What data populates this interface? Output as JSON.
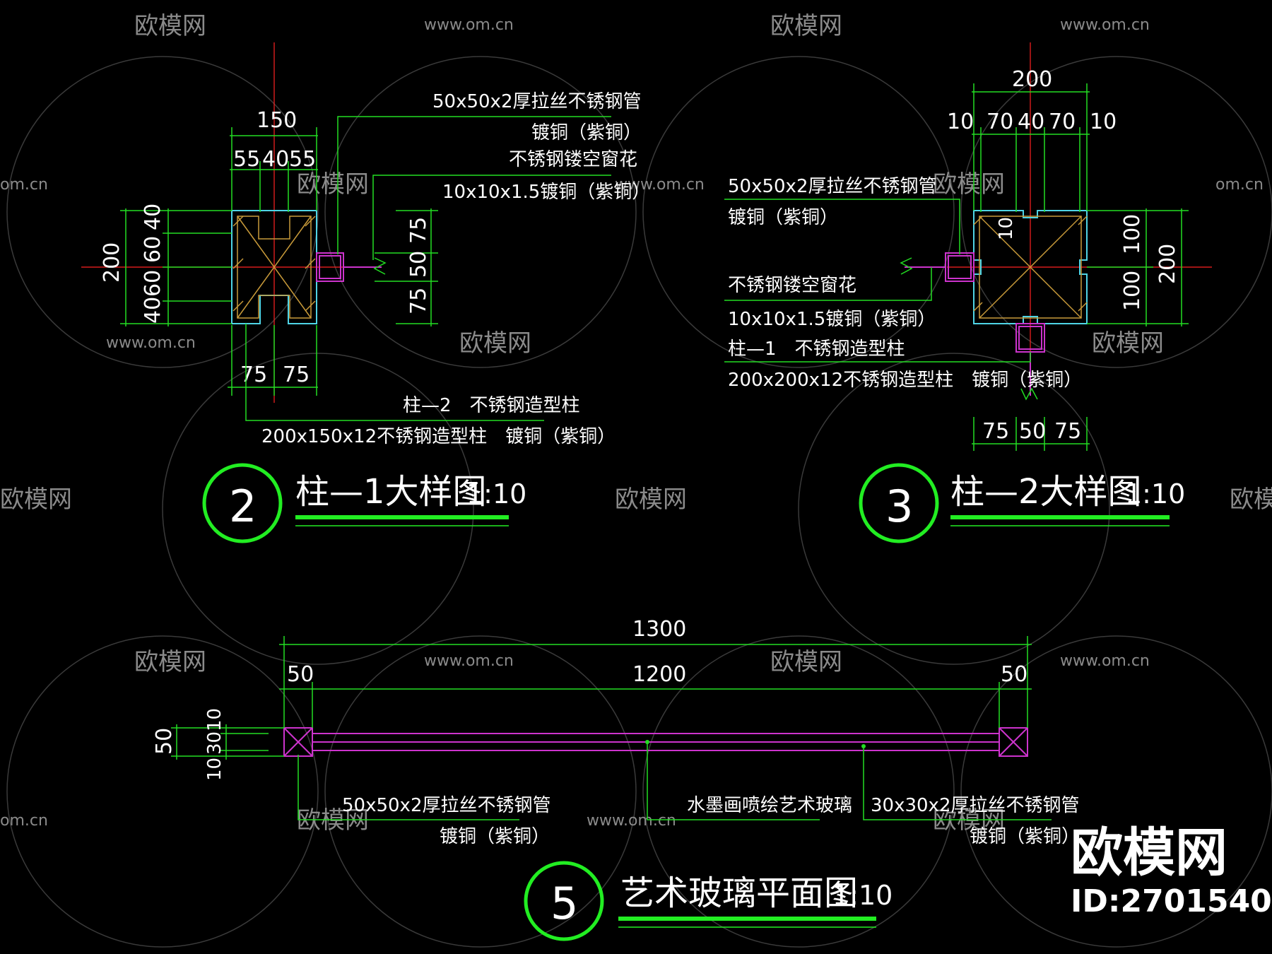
{
  "watermark": {
    "logo_text": "欧模网",
    "url_text": "www.om.cn",
    "url_short": "om.cn"
  },
  "detail2": {
    "number": "2",
    "title": "柱—1大样图",
    "scale": "1:10",
    "dims_top": {
      "total": "150",
      "a": "55",
      "b": "40",
      "c": "55"
    },
    "dims_left": {
      "total": "200",
      "a": "40",
      "b": "60",
      "c": "60",
      "d": "40"
    },
    "dims_right": {
      "a": "75",
      "b": "50",
      "c": "75"
    },
    "dims_bottom": {
      "a": "75",
      "b": "75"
    },
    "note1_line1": "50x50x2厚拉丝不锈钢管",
    "note1_line2": "镀铜（紫铜）",
    "note2_line1": "不锈钢镂空窗花",
    "note2_line2": "10x10x1.5镀铜（紫铜）",
    "note3_line1": "柱—2　不锈钢造型柱",
    "note3_line2": "200x150x12不锈钢造型柱　镀铜（紫铜）"
  },
  "detail3": {
    "number": "3",
    "title": "柱—2大样图",
    "scale": "1:10",
    "dims_top": {
      "total": "200",
      "a": "10",
      "b": "70",
      "c": "40",
      "d": "70",
      "e": "10"
    },
    "dims_right": {
      "a": "100",
      "b": "100",
      "total": "200"
    },
    "dims_bottom": {
      "a": "75",
      "b": "50",
      "c": "75"
    },
    "inner_dim": "10",
    "note1_line1": "50x50x2厚拉丝不锈钢管",
    "note1_line2": "镀铜（紫铜）",
    "note2_line1": "不锈钢镂空窗花",
    "note2_line2": "10x10x1.5镀铜（紫铜）",
    "note3_line1": "柱—1　不锈钢造型柱",
    "note3_line2": "200x200x12不锈钢造型柱　镀铜（紫铜）"
  },
  "detail5": {
    "number": "5",
    "title": "艺术玻璃平面图",
    "scale": "1:10",
    "dims_top": {
      "total": "1300",
      "left": "50",
      "mid": "1200",
      "right": "50"
    },
    "dims_left": {
      "total": "50",
      "a": "10",
      "b": "30",
      "c": "10"
    },
    "note1_line1": "50x50x2厚拉丝不锈钢管",
    "note1_line2": "镀铜（紫铜）",
    "note2": "水墨画喷绘艺术玻璃",
    "note3_line1": "30x30x2厚拉丝不锈钢管",
    "note3_line2": "镀铜（紫铜）"
  },
  "branding": {
    "logo": "欧模网",
    "id_label": "ID:2701540"
  },
  "colors": {
    "dimension": "#22dd22",
    "centerline": "#ff2222",
    "tube": "#cc33cc",
    "column_outline": "#4fd4e6",
    "hatch": "#c89a3a",
    "background": "#000000"
  }
}
